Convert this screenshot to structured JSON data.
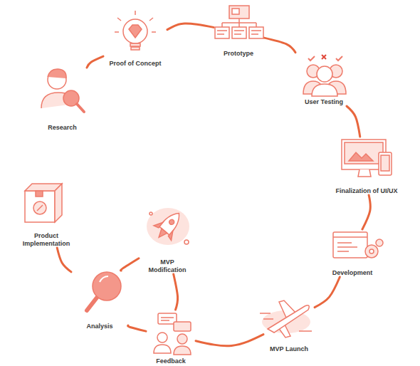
{
  "diagram": {
    "nodes": [
      {
        "text": [
          "Research"
        ]
      },
      {
        "text": [
          "Proof of Concept"
        ]
      },
      {
        "text": [
          "Prototype"
        ]
      },
      {
        "text": [
          "User Testing"
        ]
      },
      {
        "text": [
          "Finalization of UI/UX"
        ]
      },
      {
        "text": [
          "Development"
        ]
      },
      {
        "text": [
          "MVP Launch"
        ]
      },
      {
        "text": [
          "Feedback"
        ]
      },
      {
        "text": [
          "Analysis"
        ]
      },
      {
        "text": [
          "Product Implementation"
        ]
      },
      {
        "text": [
          "MVP Modification"
        ]
      }
    ],
    "edges": [
      {
        "from": 0,
        "to": 1,
        "arrow": "none"
      },
      {
        "from": 1,
        "to": 2,
        "arrow": "none"
      },
      {
        "from": 2,
        "to": 3,
        "arrow": "none"
      },
      {
        "from": 3,
        "to": 4,
        "arrow": "none"
      },
      {
        "from": 4,
        "to": 5,
        "arrow": "none"
      },
      {
        "from": 5,
        "to": 6,
        "arrow": "none"
      },
      {
        "from": 6,
        "to": 7,
        "arrow": "none"
      },
      {
        "from": 7,
        "to": 8,
        "arrow": "none"
      },
      {
        "from": 8,
        "to": 9,
        "arrow": "none"
      },
      {
        "from": 8,
        "to": 10,
        "arrow": "none"
      },
      {
        "from": 10,
        "to": 7,
        "arrow": "none"
      }
    ]
  }
}
